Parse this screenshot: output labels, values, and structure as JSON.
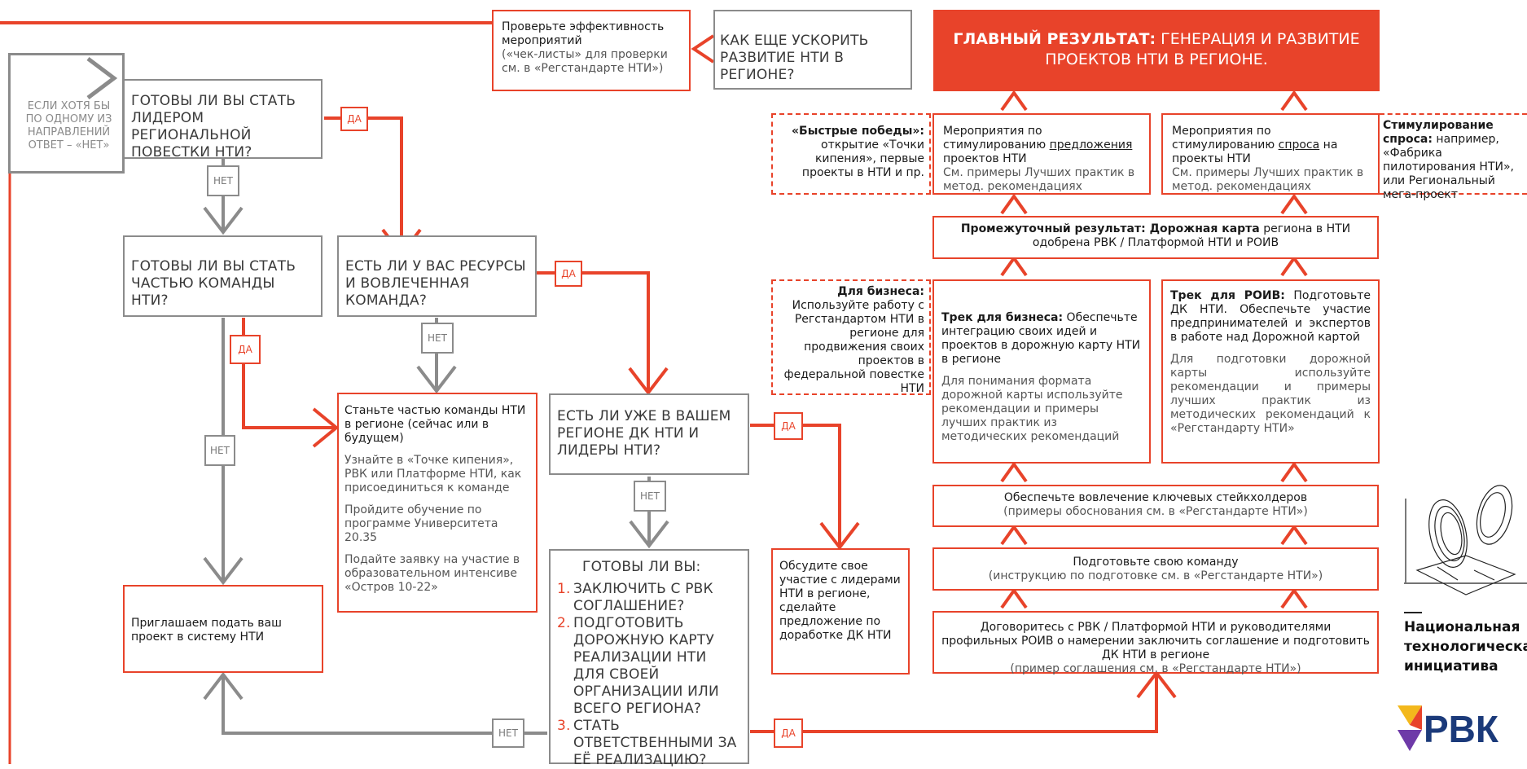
{
  "main_result": {
    "bold": "ГЛАВНЫЙ РЕЗУЛЬТАТ:",
    "rest_line1": " ГЕНЕРАЦИЯ И РАЗВИТИЕ",
    "line2": "ПРОЕКТОВ НТИ В РЕГИОНЕ."
  },
  "speed_q": "КАК ЕЩЕ УСКОРИТЬ РАЗВИТИЕ НТИ В РЕГИОНЕ?",
  "check_box": {
    "title": "Проверьте эффективность мероприятий",
    "sub": "(«чек-листы» для проверки см. в «Регстандарте НТИ»)"
  },
  "if_no_box": "ЕСЛИ ХОТЯ БЫ ПО ОДНОМУ ИЗ НАПРАВЛЕНИЙ ОТВЕТ – «НЕТ»",
  "q_leader": "ГОТОВЫ ЛИ ВЫ СТАТЬ ЛИДЕРОМ РЕГИОНАЛЬНОЙ ПОВЕСТКИ НТИ?",
  "q_team": "ГОТОВЫ ЛИ ВЫ СТАТЬ ЧАСТЬЮ КОМАНДЫ НТИ?",
  "q_resources": "ЕСТЬ ЛИ У ВАС РЕСУРСЫ И ВОВЛЕЧЕННАЯ КОМАНДА?",
  "q_dk": "ЕСТЬ ЛИ УЖЕ В ВАШЕМ РЕГИОНЕ ДК НТИ И ЛИДЕРЫ НТИ?",
  "become_team": {
    "title": "Станьте частью команды НТИ в регионе (сейчас или в будущем)",
    "p1": "Узнайте в «Точке кипения», РВК или Платформе НТИ, как присоединиться к команде",
    "p2": "Пройдите обучение по программе Университета 20.35",
    "p3": "Подайте заявку на участие в образовательном интенсиве «Остров 10-22»"
  },
  "invite": "Приглашаем подать ваш проект в систему НТИ",
  "ready": {
    "title": "ГОТОВЫ ЛИ ВЫ:",
    "items": [
      {
        "n": "1.",
        "t": "ЗАКЛЮЧИТЬ С РВК СОГЛАШЕНИЕ?"
      },
      {
        "n": "2.",
        "t": "ПОДГОТОВИТЬ ДОРОЖНУЮ КАРТУ РЕАЛИЗАЦИИ НТИ ДЛЯ СВОЕЙ ОРГАНИЗАЦИИ ИЛИ ВСЕГО РЕГИОНА?"
      },
      {
        "n": "3.",
        "t": "СТАТЬ ОТВЕТСТВЕННЫМИ ЗА ЕЁ РЕАЛИЗАЦИЮ?"
      }
    ]
  },
  "discuss": "Обсудите свое участие с лидерами НТИ в регионе, сделайте предложение по доработке ДК НТИ",
  "quick_wins": {
    "bold": "«Быстрые победы»:",
    "rest": "открытие «Точки кипения», первые проекты в НТИ и пр."
  },
  "supply": {
    "t1": "Мероприятия по стимулированию ",
    "u": "предложения",
    "t2": " проектов НТИ",
    "sub": "См. примеры Лучших практик в метод. рекомендациях"
  },
  "demand": {
    "t1": "Мероприятия по стимулированию ",
    "u": "спроса",
    "t2": " на проекты НТИ",
    "sub": "См. примеры Лучших практик в метод. рекомендациях"
  },
  "demand_stim": {
    "bold": "Стимулирование спроса:",
    "rest": " например, «Фабрика пилотирования НТИ», или Региональный мега-проект"
  },
  "interim": {
    "bold": "Промежуточный результат: Дорожная карта",
    "rest": " региона в НТИ",
    "line2": "одобрена РВК / Платформой НТИ и РОИВ"
  },
  "for_business": {
    "bold": "Для бизнеса:",
    "rest": "Используйте работу с Регстандартом НТИ в регионе для продвижения своих проектов в федеральной повестке НТИ"
  },
  "track_business": {
    "bold": "Трек для бизнеса:",
    "rest": " Обеспечьте интеграцию своих идей и проектов в дорожную карту НТИ в регионе",
    "sub": "Для понимания формата дорожной карты используйте рекомендации и примеры лучших практик из методических рекомендаций"
  },
  "track_roiv": {
    "bold": "Трек для РОИВ:",
    "rest": " Подготовьте ДК НТИ. Обеспечьте участие предпринимателей и экспертов в работе над Дорожной картой",
    "sub": "Для подготовки дорожной карты используйте рекомендации и примеры лучших практик из методических рекомендаций к «Регстандарту НТИ»"
  },
  "stakeholders": {
    "title": "Обеспечьте вовлечение ключевых стейкхолдеров",
    "sub": "(примеры обоснования см. в «Регстандарте НТИ»)"
  },
  "prepare_team": {
    "title": "Подготовьте свою команду",
    "sub": "(инструкцию по подготовке см. в «Регстандарте НТИ»)"
  },
  "agree": {
    "title": "Договоритесь с РВК / Платформой НТИ и руководителями профильных РОИВ о намерении заключить соглашение и подготовить ДК НТИ в регионе",
    "sub": "(пример соглашения см. в «Регстандарте НТИ»)"
  },
  "labels": {
    "yes": "ДА",
    "no": "НЕТ"
  },
  "logo_nti": "Национальная технологическая инициатива",
  "logo_rvk": "РВК",
  "colors": {
    "accent": "#e8432a",
    "gray": "#8b8b8b"
  }
}
